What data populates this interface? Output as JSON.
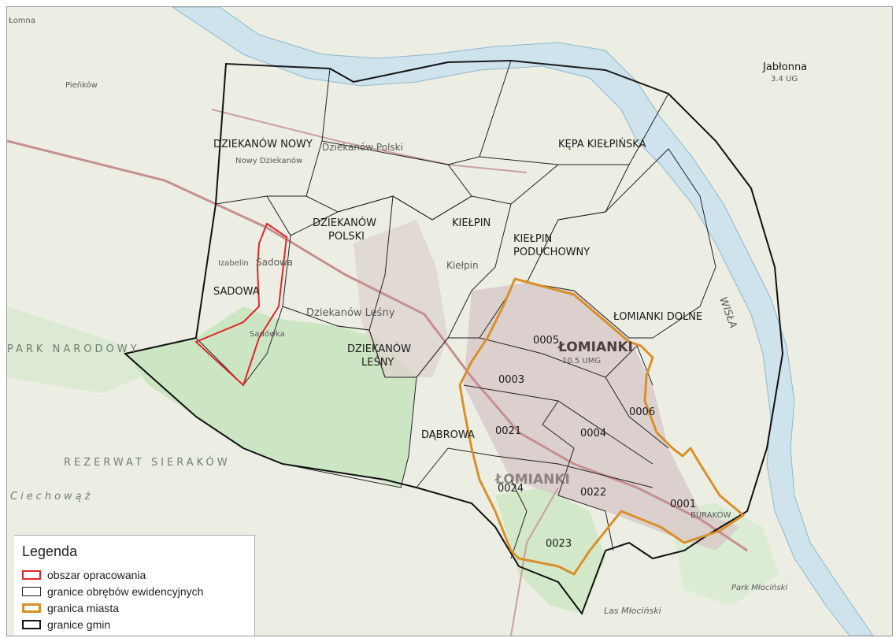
{
  "legend": {
    "title": "Legenda",
    "items": [
      {
        "label": "obszar opracowania",
        "color": "#e0262a",
        "stroke": "2px"
      },
      {
        "label": "granice obrębów ewidencyjnych",
        "color": "#222222",
        "stroke": "1px"
      },
      {
        "label": "granica miasta",
        "color": "#d98f2a",
        "stroke": "3px"
      },
      {
        "label": "granice gmin",
        "color": "#111111",
        "stroke": "2px"
      }
    ]
  },
  "districts": {
    "dziekanow_nowy": "DZIEKANÓW NOWY",
    "dziekanow_polski_1": "DZIEKANÓW",
    "dziekanow_polski_2": "POLSKI",
    "kepa_kielpinska": "KĘPA KIEŁPIŃSKA",
    "kielpin": "KIEŁPIN",
    "kielpin_poduchowny_1": "KIEŁPIN",
    "kielpin_poduchowny_2": "PODUCHOWNY",
    "sadowa": "SADOWA",
    "dziekanow_lesny_1": "DZIEKANÓW",
    "dziekanow_lesny_2": "LEŚNY",
    "lomianki_dolne": "ŁOMIANKI DOLNE",
    "dabrowa": "DĄBROWA"
  },
  "parcel_codes": {
    "c0005": "0005",
    "c0003": "0003",
    "c0021": "0021",
    "c0004": "0004",
    "c0006": "0006",
    "c0024": "0024",
    "c0022": "0022",
    "c0001": "0001",
    "c0023": "0023"
  },
  "map_text": {
    "park": "PARK NARODOWY",
    "rezerwat": "REZERWAT SIERAKÓW",
    "ciechowaz": "Ciechowąż",
    "lomianki_town": "ŁOMIANKI",
    "lomianki_town_2": "ŁOMIANKI",
    "jablonna": "Jabłonna",
    "jablonna_code": "3.4 UG",
    "lomna": "Łomna",
    "pienkow": "Pieńków",
    "dziekanow_polski_place": "Dziekanów Polski",
    "nowy_dziekanow": "Nowy Dziekanów",
    "kielpin_place": "Kiełpin",
    "dziekanow_lesny_place": "Dziekanów Leśny",
    "sadowa_place": "Sadowa",
    "sadowka": "Sadówka",
    "izabelin": "Izabelin",
    "wisla": "WISŁA",
    "las_mlocinski": "Las Młociński",
    "park_mlocinski": "Park Młociński",
    "buraków": "BURAKÓW",
    "lomianki_code": "10.5 UMG"
  }
}
